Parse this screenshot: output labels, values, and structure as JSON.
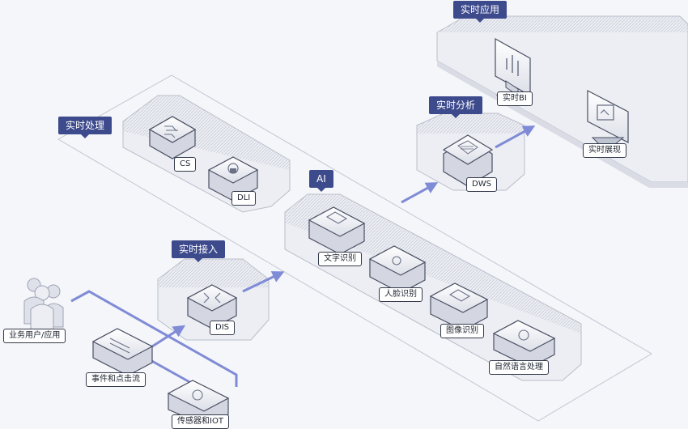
{
  "groups": {
    "realtime_app": "实时应用",
    "realtime_analysis": "实时分析",
    "realtime_processing": "实时处理",
    "ai": "AI",
    "realtime_ingest": "实时接入"
  },
  "nodes": {
    "realtime_bi": "实时BI",
    "realtime_display": "实时展现",
    "dws": "DWS",
    "cs": "CS",
    "dli": "DLI",
    "text_recognition": "文字识别",
    "face_recognition": "人脸识别",
    "image_recognition": "图像识别",
    "nlp": "自然语言处理",
    "dis": "DIS",
    "business_users": "业务用户/应用",
    "event_clickstream": "事件和点击流",
    "sensor_iot": "传感器和IOT"
  },
  "colors": {
    "tag_bg": "#3d4a8c",
    "flow_line": "#7f8bd6",
    "platform_stroke": "#b9bdc9",
    "platform_fill": "#e9eaf0"
  },
  "icons": [
    "monitor-bar-icon",
    "monitor-chart-icon",
    "document-icon",
    "circuit-icon",
    "cloud-lock-icon",
    "ocr-icon",
    "face-icon",
    "image-icon",
    "speech-icon",
    "merge-arrows-icon",
    "users-icon",
    "clickstream-icon",
    "sensor-icon"
  ]
}
